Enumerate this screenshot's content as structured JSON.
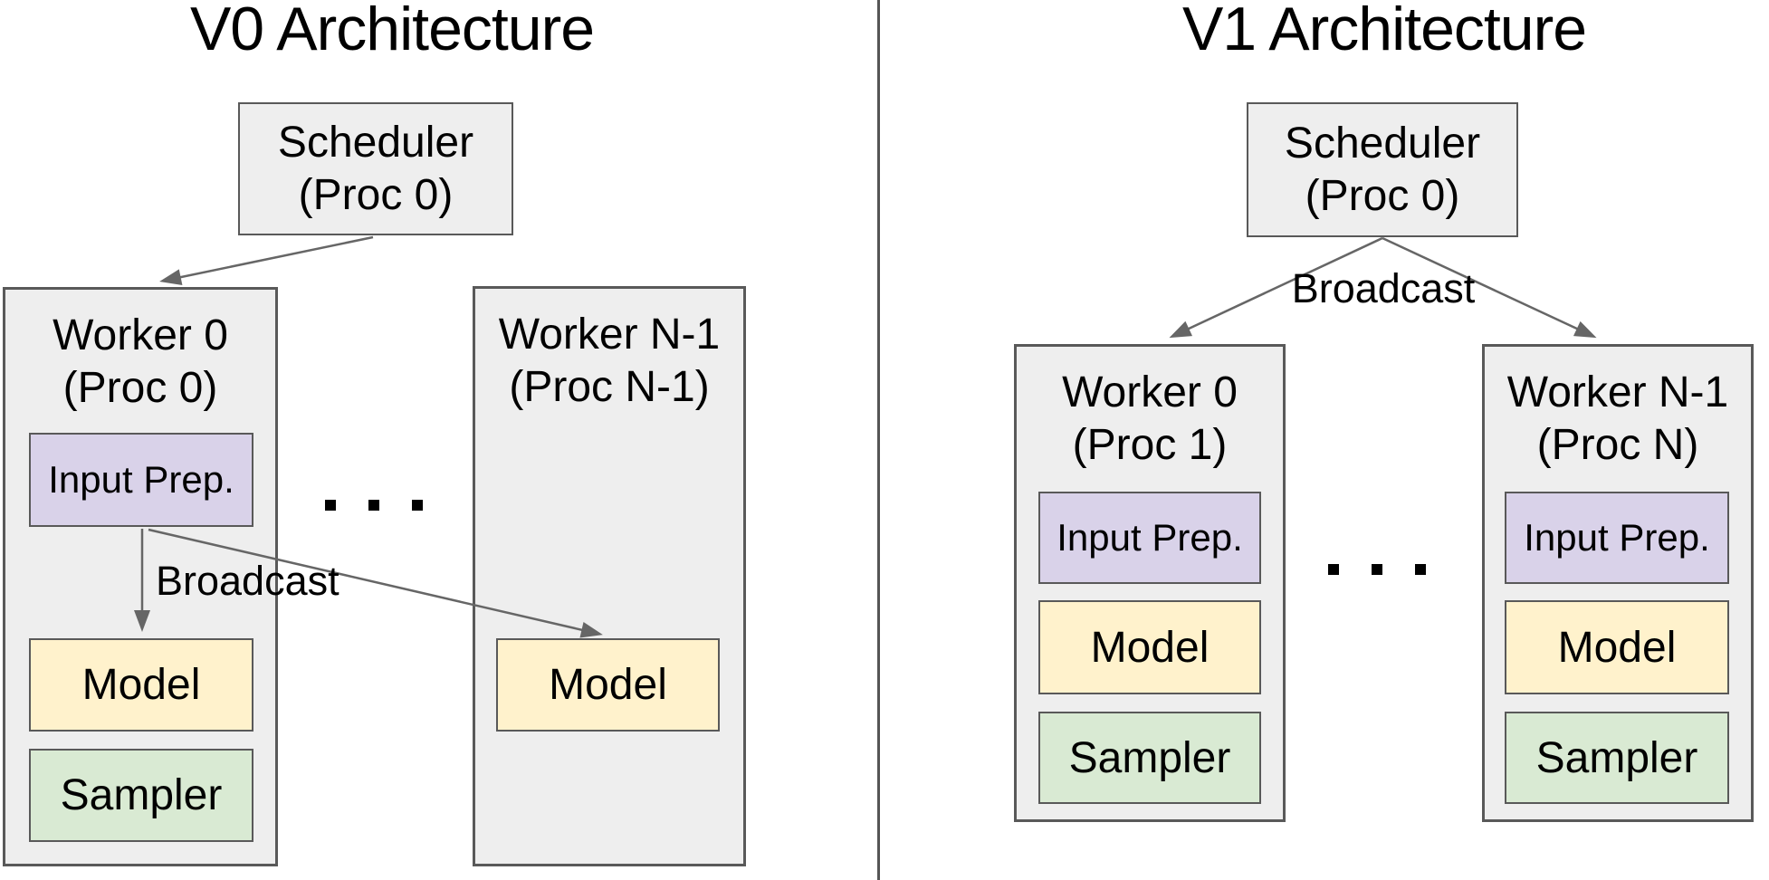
{
  "colors": {
    "gray_fill": "#eeeeee",
    "purple_fill": "#d9d2e9",
    "yellow_fill": "#fff2cc",
    "green_fill": "#d9ead3",
    "box_border": "#595959",
    "arrow": "#666666",
    "divider": "#555555",
    "text": "#000000"
  },
  "v0": {
    "title": "V0 Architecture",
    "scheduler": {
      "line1": "Scheduler",
      "line2": "(Proc 0)"
    },
    "arrow_label": "Broadcast",
    "ellipsis": ". . .",
    "worker0": {
      "line1": "Worker 0",
      "line2": "(Proc 0)",
      "input_prep": "Input Prep.",
      "model": "Model",
      "sampler": "Sampler"
    },
    "workerN": {
      "line1": "Worker N-1",
      "line2": "(Proc N-1)",
      "model": "Model"
    }
  },
  "v1": {
    "title": "V1 Architecture",
    "scheduler": {
      "line1": "Scheduler",
      "line2": "(Proc 0)"
    },
    "arrow_label": "Broadcast",
    "ellipsis": ". . .",
    "worker0": {
      "line1": "Worker 0",
      "line2": "(Proc 1)",
      "input_prep": "Input Prep.",
      "model": "Model",
      "sampler": "Sampler"
    },
    "workerN": {
      "line1": "Worker N-1",
      "line2": "(Proc N)",
      "input_prep": "Input Prep.",
      "model": "Model",
      "sampler": "Sampler"
    }
  }
}
